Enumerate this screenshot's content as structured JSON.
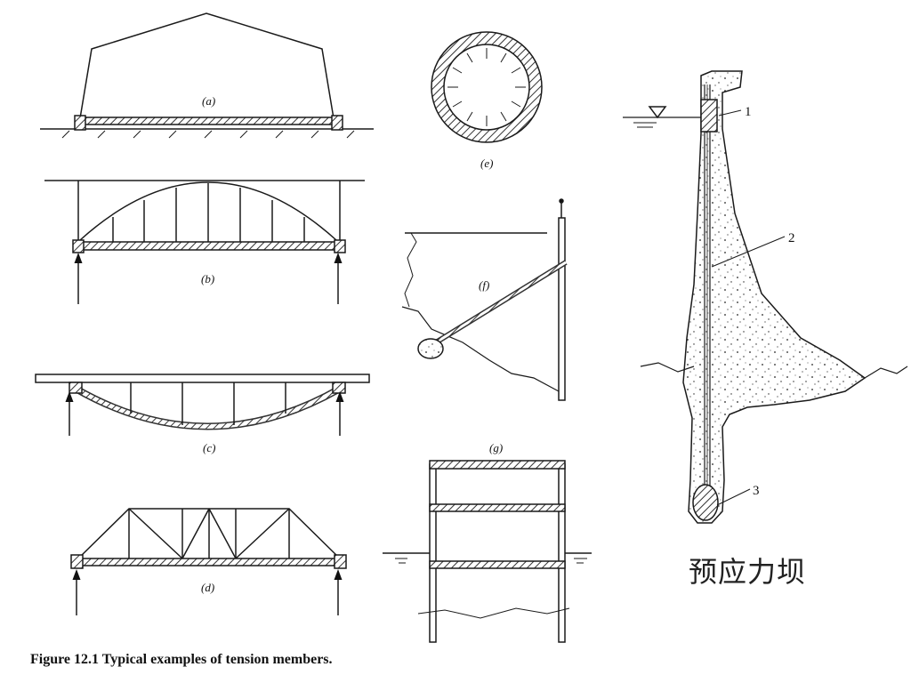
{
  "figure": {
    "caption": "Figure 12.1 Typical examples of tension members.",
    "labels": {
      "a": "(a)",
      "b": "(b)",
      "c": "(c)",
      "d": "(d)",
      "e": "(e)",
      "f": "(f)",
      "g": "(g)"
    }
  },
  "dam": {
    "title": "预应力坝",
    "callouts": [
      "1",
      "2",
      "3"
    ]
  },
  "colors": {
    "ink": "#1a1a1a",
    "hatch": "#333333",
    "paper": "#ffffff"
  }
}
